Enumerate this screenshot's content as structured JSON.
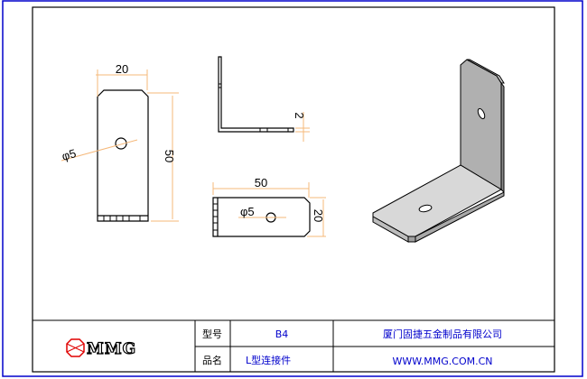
{
  "drawing": {
    "front_view": {
      "width_dim": "20",
      "height_dim": "50",
      "hole_dim": "φ5"
    },
    "side_view": {
      "thickness_dim": "2"
    },
    "top_view": {
      "length_dim": "50",
      "width_dim": "20",
      "hole_dim": "φ5"
    }
  },
  "title_block": {
    "logo_text": "MMG",
    "model_label": "型号",
    "model_value": "B4",
    "name_label": "品名",
    "name_value": "L型连接件",
    "company": "厦门固捷五金制品有限公司",
    "website": "WWW.MMG.COM.CN"
  },
  "colors": {
    "frame": "#0000cc",
    "dimension": "#f5b87a",
    "text_blue": "#0000cc",
    "logo_red": "#e00000"
  }
}
